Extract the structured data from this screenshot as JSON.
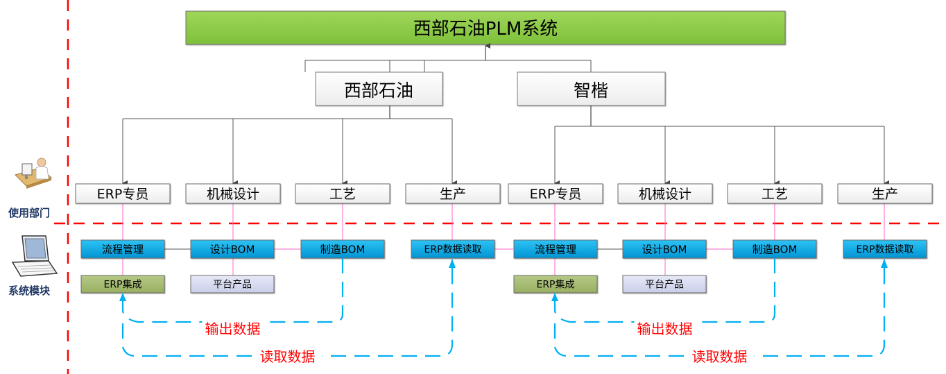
{
  "title": "西部石油PLM系统",
  "companies": [
    {
      "name": "西部石油"
    },
    {
      "name": "智楷"
    }
  ],
  "side_labels": {
    "departments": "使用部门",
    "modules": "系统模块"
  },
  "groups": [
    {
      "departments": [
        "ERP专员",
        "机械设计",
        "工艺",
        "生产"
      ],
      "modules": {
        "process": "流程管理",
        "design_bom": "设计BOM",
        "mfg_bom": "制造BOM",
        "erp_read": "ERP数据读取",
        "erp_integration": "ERP集成",
        "platform_product": "平台产品"
      },
      "flows": {
        "output": "输出数据",
        "read": "读取数据"
      }
    },
    {
      "departments": [
        "ERP专员",
        "机械设计",
        "工艺",
        "生产"
      ],
      "modules": {
        "process": "流程管理",
        "design_bom": "设计BOM",
        "mfg_bom": "制造BOM",
        "erp_read": "ERP数据读取",
        "erp_integration": "ERP集成",
        "platform_product": "平台产品"
      },
      "flows": {
        "output": "输出数据",
        "read": "读取数据"
      }
    }
  ],
  "colors": {
    "title_fill": "#8dc63f",
    "module_fill": "#00aeef",
    "erp_integration_fill": "#a9bd76",
    "platform_fill": "#d5d9ef",
    "divider": "#ff0000",
    "flow_line": "#00b0f0",
    "flow_text": "#ff0000",
    "link_pink": "#ff66cc",
    "side_label": "#1f3864"
  }
}
